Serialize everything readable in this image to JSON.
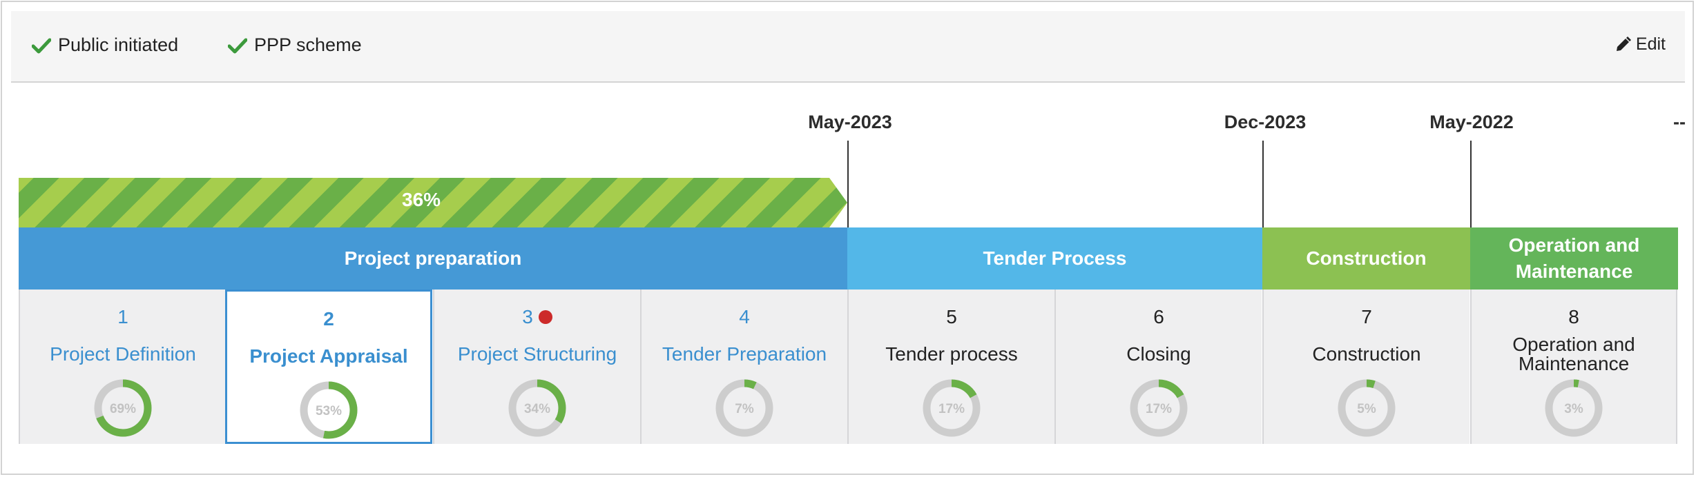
{
  "header": {
    "flags": [
      {
        "label": "Public initiated",
        "icon": "check-icon"
      },
      {
        "label": "PPP scheme",
        "icon": "check-icon"
      }
    ],
    "edit_label": "Edit"
  },
  "timeline": {
    "dates": [
      "May-2023",
      "Dec-2023",
      "May-2022",
      "--"
    ],
    "progress_label": "36%",
    "progress": 0.36
  },
  "phases": [
    {
      "label": "Project preparation"
    },
    {
      "label": "Tender Process"
    },
    {
      "label": "Construction"
    },
    {
      "label": "Operation and Maintenance"
    }
  ],
  "stages": [
    {
      "number": "1",
      "name": "Project Definition",
      "percent_label": "69%",
      "percent": 69
    },
    {
      "number": "2",
      "name": "Project Appraisal",
      "percent_label": "53%",
      "percent": 53
    },
    {
      "number": "3",
      "name": "Project Structuring",
      "percent_label": "34%",
      "percent": 34
    },
    {
      "number": "4",
      "name": "Tender Preparation",
      "percent_label": "7%",
      "percent": 7
    },
    {
      "number": "5",
      "name": "Tender process",
      "percent_label": "17%",
      "percent": 17
    },
    {
      "number": "6",
      "name": "Closing",
      "percent_label": "17%",
      "percent": 17
    },
    {
      "number": "7",
      "name": "Construction",
      "percent_label": "5%",
      "percent": 5
    },
    {
      "number": "8",
      "name": "Operation and Maintenance",
      "percent_label": "3%",
      "percent": 3
    }
  ],
  "colors": {
    "accent": "#3a8fcf",
    "donut_fill": "#6ab048",
    "donut_track": "#cdcdcd",
    "alert": "#cc2a2a"
  }
}
